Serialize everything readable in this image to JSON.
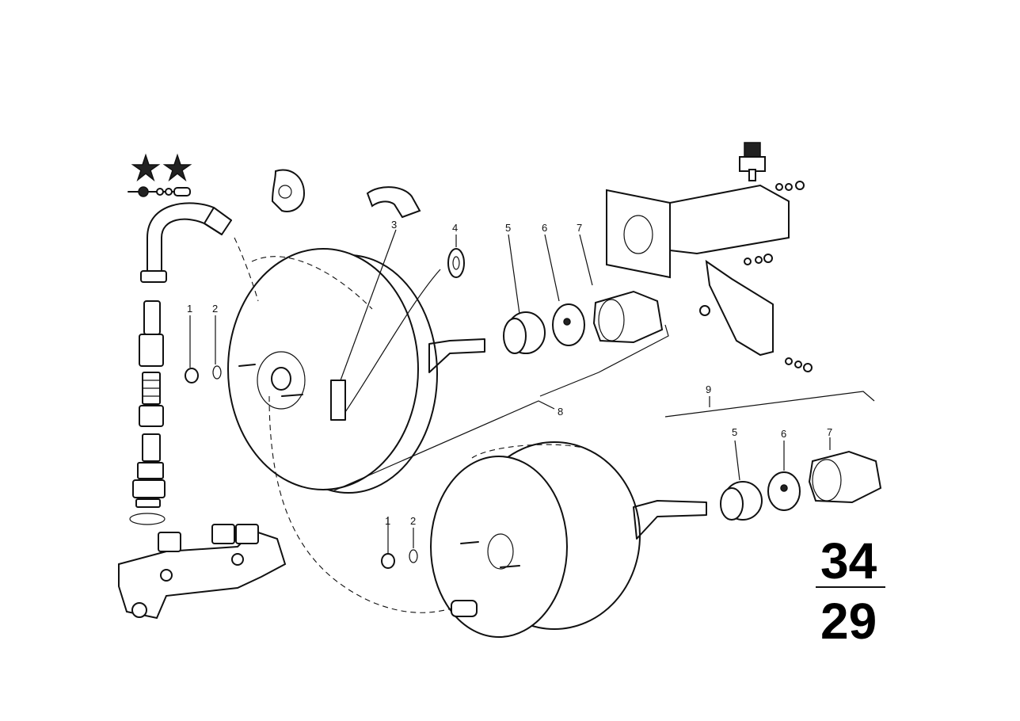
{
  "callouts": {
    "upper": [
      "3",
      "4",
      "5",
      "6",
      "7",
      "1",
      "2",
      "8"
    ],
    "lower": [
      "9",
      "5",
      "6",
      "7",
      "1",
      "2"
    ]
  },
  "group_number": {
    "top": "34",
    "bottom": "29"
  },
  "symbols": {
    "star_count": 2,
    "star_icon": "star-icon",
    "valve_icon": "check-valve-icon"
  },
  "colors": {
    "ink": "#111111",
    "paper": "#ffffff"
  }
}
